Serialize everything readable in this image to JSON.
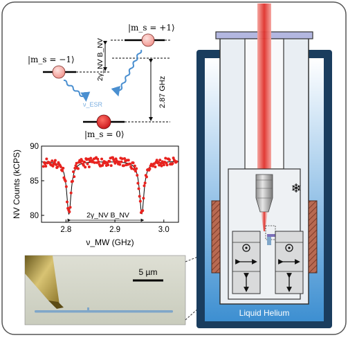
{
  "energy_levels": {
    "ms_minus1": "|m_s = −1⟩",
    "ms_plus1": "|m_s = +1⟩",
    "ms_zero": "|m_s = 0⟩",
    "zeeman_label": "2γ_NV B_NV",
    "zfs_label": "2.87 GHz",
    "esr_label": "ν_ESR"
  },
  "chart_data": {
    "type": "scatter",
    "xlabel": "ν_MW (GHz)",
    "ylabel": "NV Counts (kCPS)",
    "xlim": [
      2.75,
      3.03
    ],
    "ylim": [
      79,
      90
    ],
    "xticks": [
      "2.8",
      "2.9",
      "3.0"
    ],
    "yticks": [
      "80",
      "85",
      "90"
    ],
    "annotation": "2γ_NV B_NV",
    "dips": [
      2.806,
      2.955
    ],
    "dip_min": 80.2,
    "baseline": 87.8
  },
  "inset": {
    "scale_bar": "5 µm"
  },
  "cryostat": {
    "bath_label": "Liquid Helium",
    "snowflake": "❄"
  },
  "colors": {
    "laser": "#e0302a",
    "helium": "#3d8fd1",
    "dots": "#e8231f"
  }
}
